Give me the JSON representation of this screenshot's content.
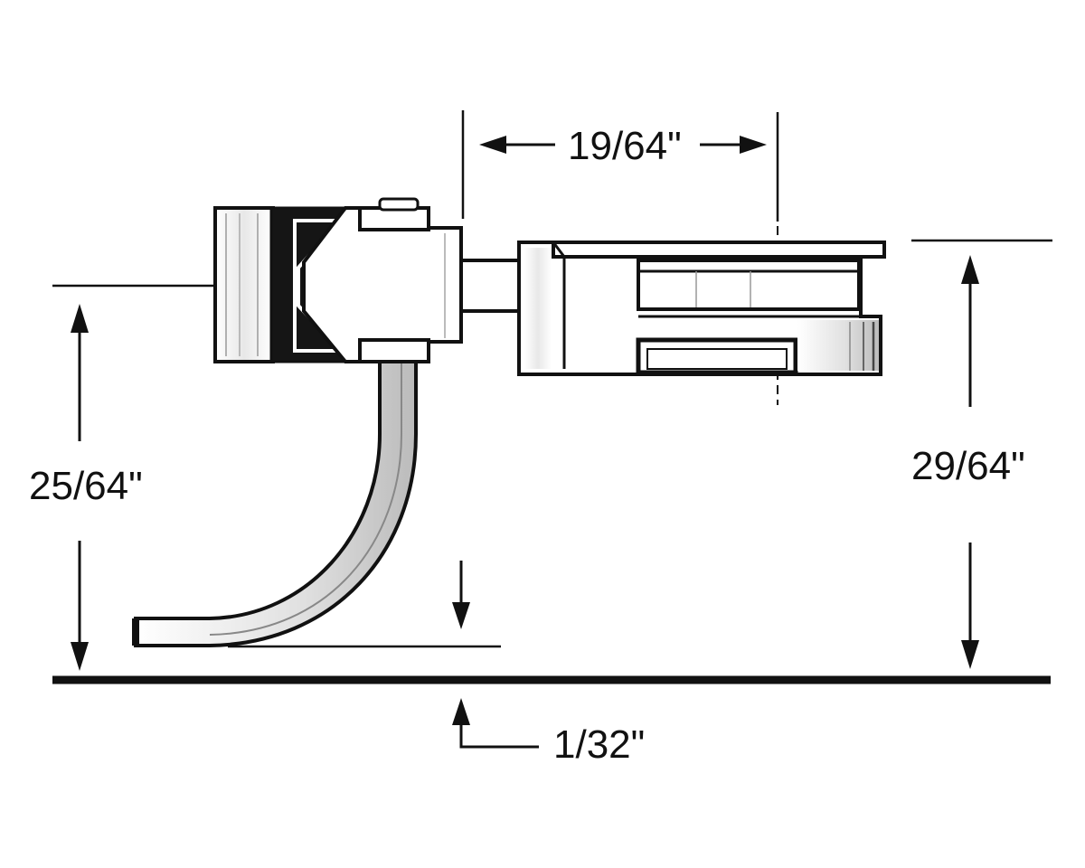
{
  "dimensions": {
    "head_to_pocket_span": "19/64\"",
    "centerline_to_rail_left": "25/64\"",
    "centerline_to_rail_right": "29/64\"",
    "pin_clearance": "1/32\""
  },
  "colors": {
    "ink": "#111111",
    "paper": "#ffffff",
    "shade": "#d9d9d9"
  }
}
